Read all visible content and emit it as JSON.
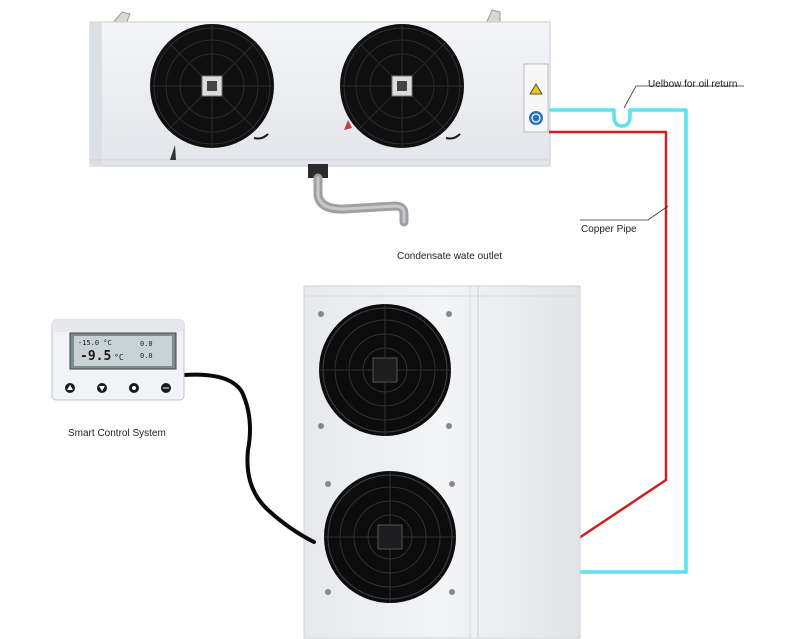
{
  "labels": {
    "uelbow": "Uelbow for oil return",
    "copper_pipe": "Copper Pipe",
    "condensate": "Condensate wate outlet",
    "smart_control": "Smart Control System"
  },
  "controller": {
    "display_value": "-9.5",
    "display_unit": "°C",
    "status_line": "-15.0 °C",
    "side_value_1": "0.0",
    "side_value_2": "0.0"
  },
  "colors": {
    "liquid_line": "#5fe0ec",
    "suction_line": "#cc1f1f",
    "unit_body": "#ecedf1",
    "fan_blade": "#111111"
  },
  "components": [
    "evaporator-unit",
    "condensing-unit",
    "controller"
  ]
}
